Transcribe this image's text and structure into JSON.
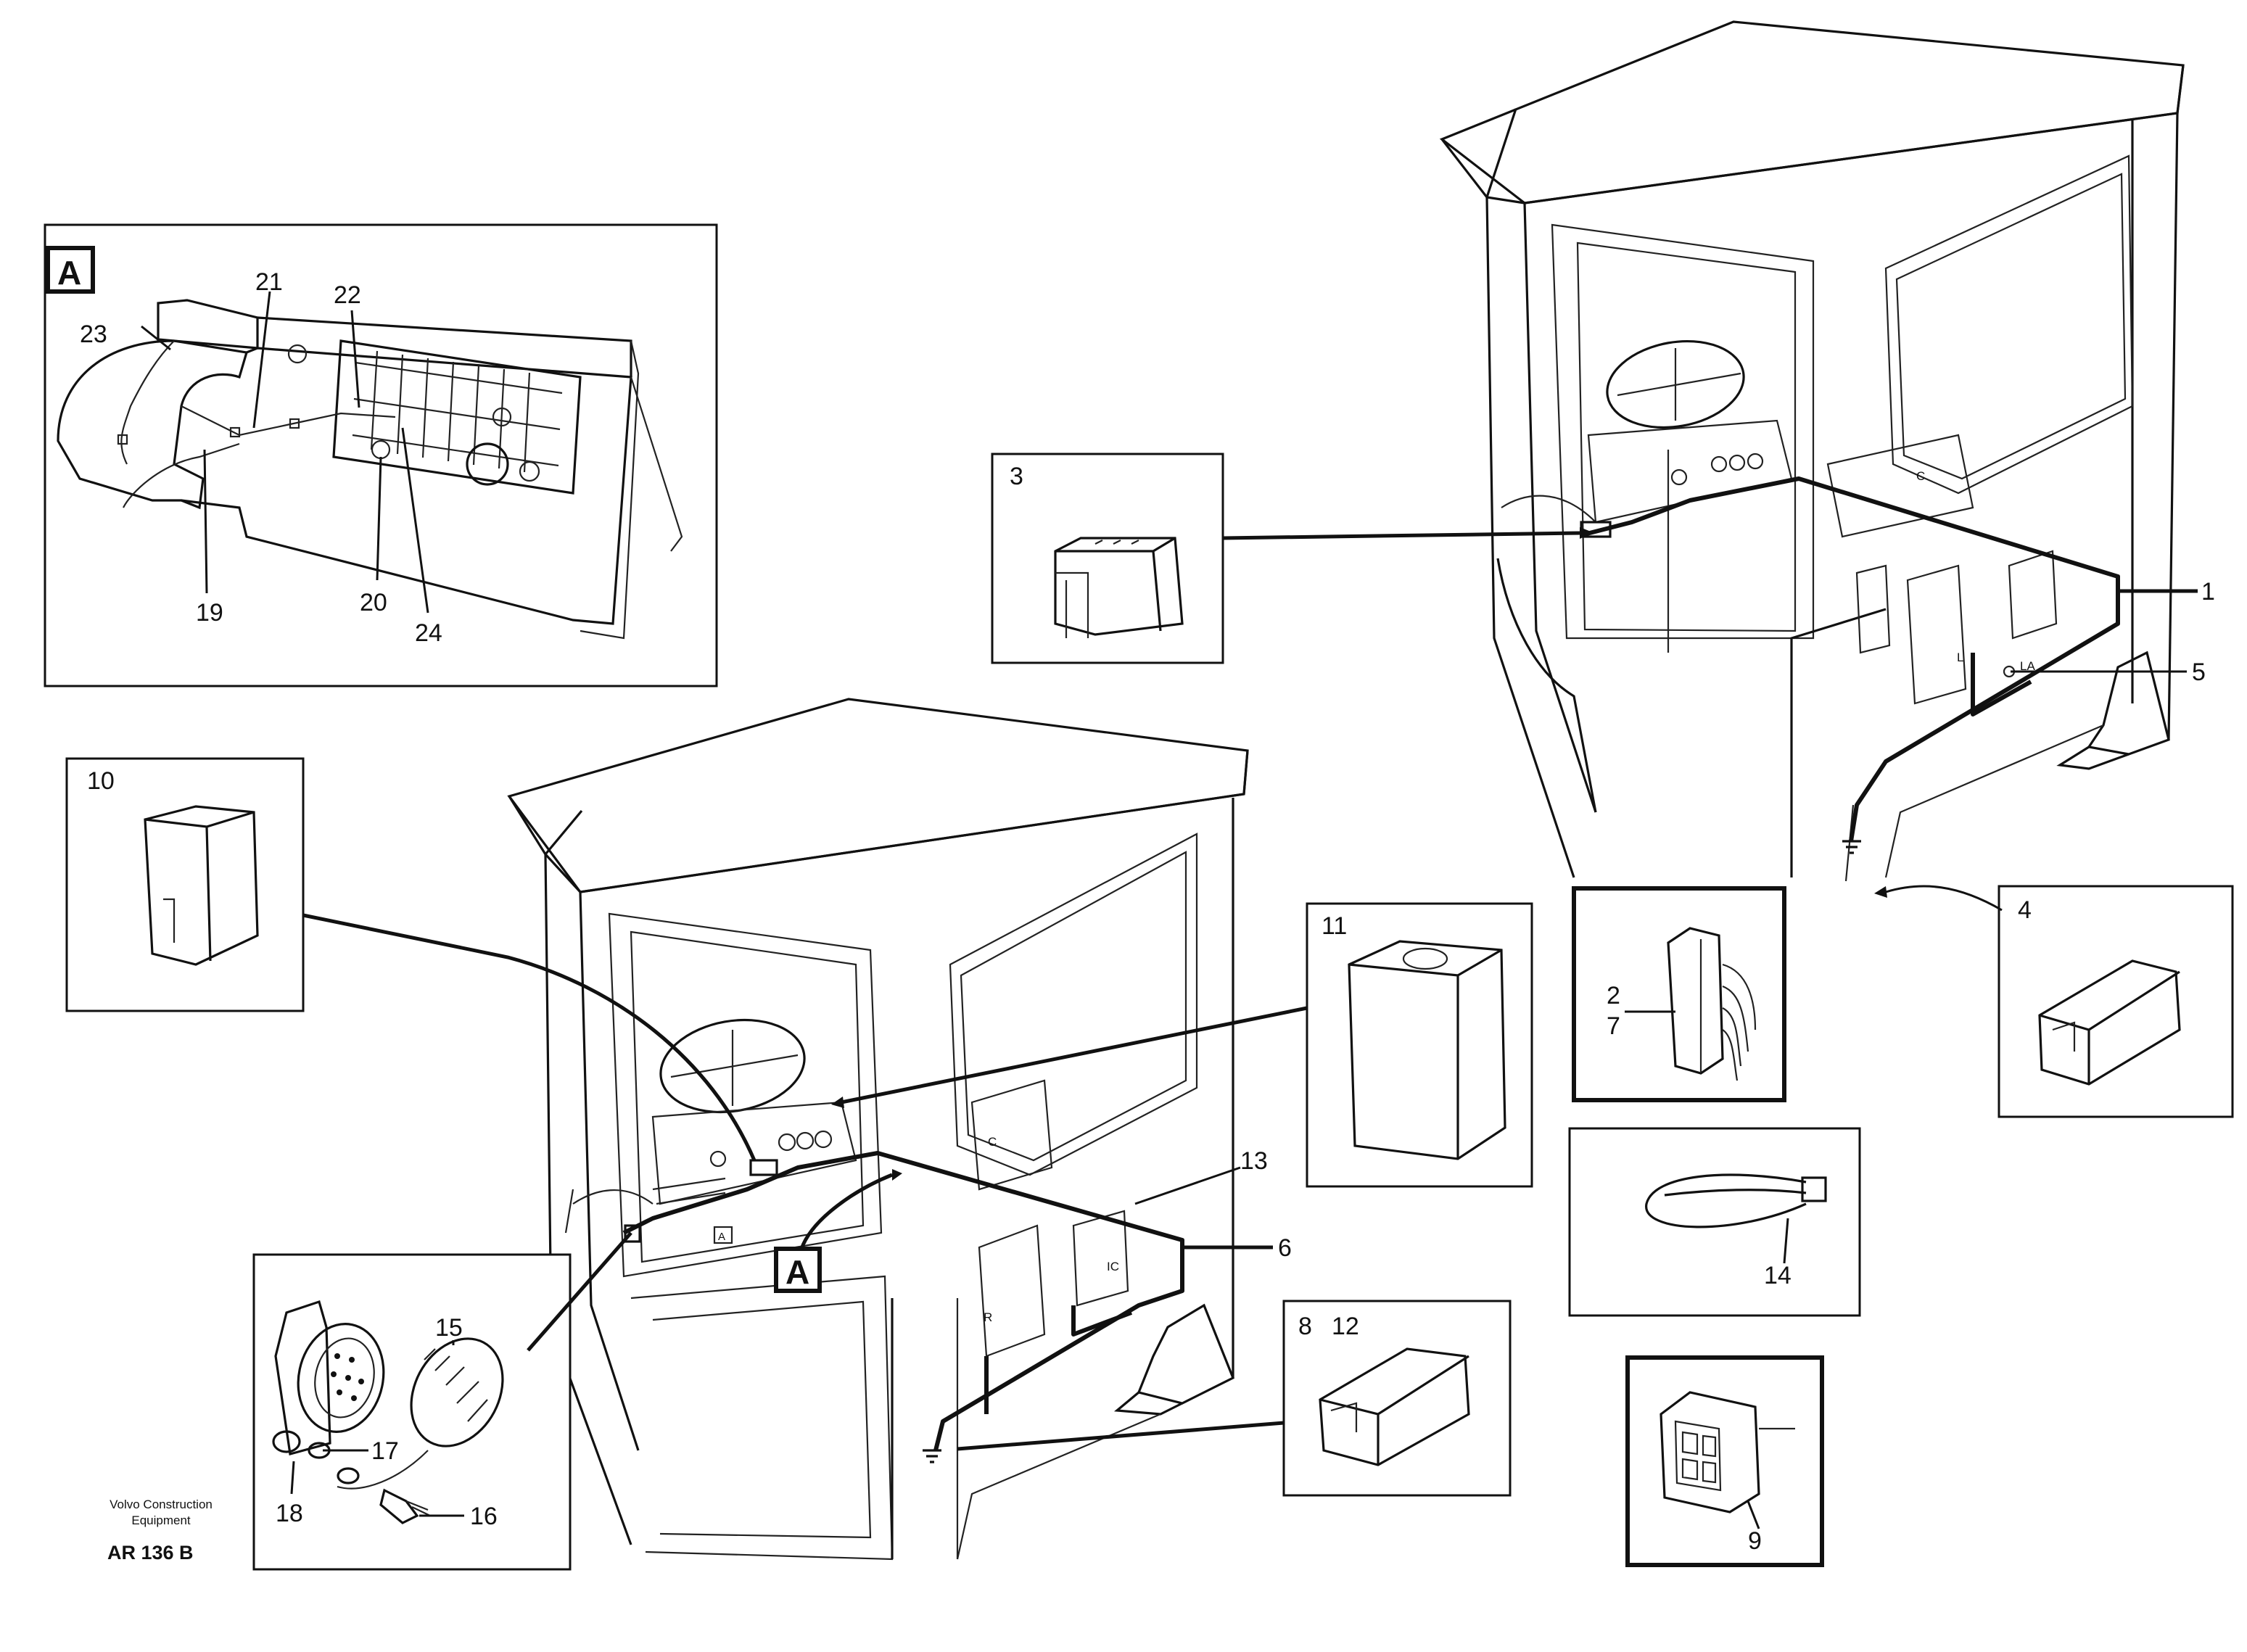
{
  "callouts": {
    "c1": "1",
    "c2": "2",
    "c3": "3",
    "c4": "4",
    "c5": "5",
    "c6": "6",
    "c7": "7",
    "c8": "8",
    "c9": "9",
    "c10": "10",
    "c11": "11",
    "c12": "12",
    "c13": "13",
    "c14": "14",
    "c15": "15",
    "c16": "16",
    "c17": "17",
    "c18": "18",
    "c19": "19",
    "c20": "20",
    "c21": "21",
    "c22": "22",
    "c23": "23",
    "c24": "24"
  },
  "detail_marker": "A",
  "cab_markings": {
    "mark_c": "C",
    "mark_l": "L",
    "mark_la": "LA",
    "mark_r": "R",
    "mark_ic": "IC"
  },
  "footer": {
    "company_line1": "Volvo Construction",
    "company_line2": "Equipment",
    "drawing_code": "AR 136 B"
  },
  "colors": {
    "ink": "#111111",
    "paper": "#ffffff"
  }
}
